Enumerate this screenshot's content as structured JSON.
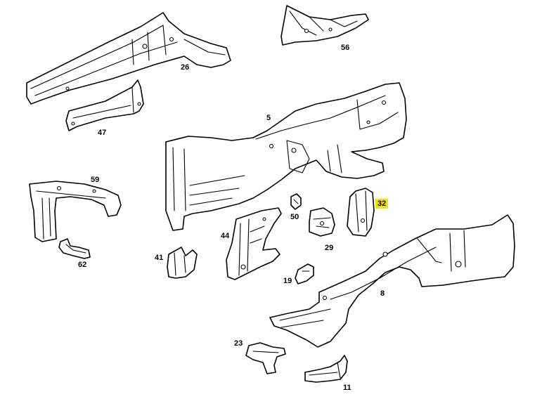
{
  "parts": [
    {
      "id": "26",
      "label": "26"
    },
    {
      "id": "56",
      "label": "56"
    },
    {
      "id": "47",
      "label": "47"
    },
    {
      "id": "5",
      "label": "5"
    },
    {
      "id": "59",
      "label": "59"
    },
    {
      "id": "62",
      "label": "62"
    },
    {
      "id": "50",
      "label": "50"
    },
    {
      "id": "32",
      "label": "32",
      "highlighted": true
    },
    {
      "id": "29",
      "label": "29"
    },
    {
      "id": "44",
      "label": "44"
    },
    {
      "id": "41",
      "label": "41"
    },
    {
      "id": "19",
      "label": "19"
    },
    {
      "id": "8",
      "label": "8"
    },
    {
      "id": "23",
      "label": "23"
    },
    {
      "id": "11",
      "label": "11"
    }
  ],
  "highlight_color": "#f5e400"
}
